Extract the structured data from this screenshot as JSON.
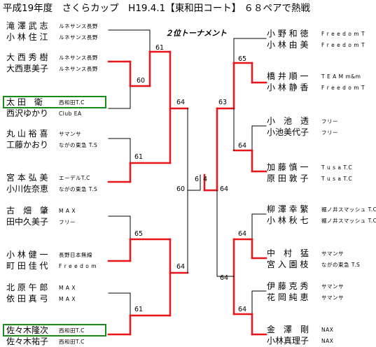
{
  "title": "平成19年度　さくらカップ　H19.4.1【東和田コート】 ６８ペアで熱戦",
  "subtitle": "２位トーナメント",
  "colors": {
    "win_line": "#e8151b",
    "lose_line": "#000000",
    "highlight_box": "#1a8a1a"
  },
  "left_entries": [
    {
      "players": [
        {
          "name": "滝 澤 武 志",
          "club": "ルネサンス長野"
        },
        {
          "name": "小 林 住 江",
          "club": "ルネサンス長野"
        }
      ],
      "highlight": false
    },
    {
      "players": [
        {
          "name": "大 西 秀 樹",
          "club": "ルネサンス長野"
        },
        {
          "name": "大西恵美子",
          "club": "ルネサンス長野"
        }
      ],
      "highlight": false
    },
    {
      "players": [
        {
          "name": "太 田　衛",
          "club": "西和田T.C"
        },
        {
          "name": "西沢ゆかり",
          "club": "Club EA"
        }
      ],
      "highlight": true
    },
    {
      "players": [
        {
          "name": "丸 山 裕 喜",
          "club": "サマンサ"
        },
        {
          "name": "工藤かおり",
          "club": "ながの東急 T.S"
        }
      ],
      "highlight": false
    },
    {
      "players": [
        {
          "name": "宮 本 弘 美",
          "club": "エーデルT.C"
        },
        {
          "name": "小川佐奈恵",
          "club": "ながの東急 T.S"
        }
      ],
      "highlight": false
    },
    {
      "players": [
        {
          "name": "古　畑　肇",
          "club": "M A X"
        },
        {
          "name": "田中久美子",
          "club": "フリー"
        }
      ],
      "highlight": false
    },
    {
      "players": [
        {
          "name": "小 林 健 一",
          "club": "長野日本無線"
        },
        {
          "name": "町 田 佳 代",
          "club": "F r e e d o m"
        }
      ],
      "highlight": false
    },
    {
      "players": [
        {
          "name": "北 原 午 郎",
          "club": "M A X"
        },
        {
          "name": "依 田 真 弓",
          "club": "M A X"
        }
      ],
      "highlight": false
    },
    {
      "players": [
        {
          "name": "佐々木隆次",
          "club": "西和田T.C"
        },
        {
          "name": "佐々木祐子",
          "club": "西和田T.C"
        }
      ],
      "highlight": true
    }
  ],
  "right_entries": [
    {
      "players": [
        {
          "name": "小 野 和 徳",
          "club": "F r e e d o m T"
        },
        {
          "name": "小 林 由 美",
          "club": "F r e e d o m T"
        }
      ]
    },
    {
      "players": [
        {
          "name": "橋 井 順 一",
          "club": "T E A M  m&m"
        },
        {
          "name": "小 林 静 香",
          "club": "F r e e d o m T"
        }
      ]
    },
    {
      "players": [
        {
          "name": "小　池　透",
          "club": "フリー"
        },
        {
          "name": "小池美代子",
          "club": "フリー"
        }
      ]
    },
    {
      "players": [
        {
          "name": "加 藤 慎 一",
          "club": "T u s a  T.C"
        },
        {
          "name": "原 田 敦 子",
          "club": "T u s a  T.C"
        }
      ]
    },
    {
      "players": [
        {
          "name": "柳 澤 幸 繁",
          "club": "裾ノ井スマッシュ T.C"
        },
        {
          "name": "小 林 秋 七",
          "club": "裾ノ井スマッシュ T.C"
        }
      ]
    },
    {
      "players": [
        {
          "name": "中　村　猛",
          "club": "サマンサ"
        },
        {
          "name": "宮 入 園 枝",
          "club": "ながの東急 T.S"
        }
      ]
    },
    {
      "players": [
        {
          "name": "伊 藤 克 秀",
          "club": "サマンサ"
        },
        {
          "name": "花 岡 純 恵",
          "club": "サマンサ"
        }
      ]
    },
    {
      "players": [
        {
          "name": "金　澤　剛",
          "club": "NAX"
        },
        {
          "name": "小林真理子",
          "club": "NAX"
        }
      ]
    }
  ],
  "scores": {
    "l_r1_top": "61",
    "l_r1_bottom": "60",
    "l_r2_top": "64",
    "l_r1_mid": "61",
    "l_r1_low": "65",
    "l_r2_low": "64",
    "l_r1_last": "61",
    "l_semi": "60",
    "center_left": "6",
    "center_right": "4",
    "r_r1_top": "65",
    "r_r2_top": "63",
    "r_r1_mid": "64",
    "r_semi": "64",
    "r_r1_low": "64",
    "r_r2_low": "64",
    "r_r1_last": "64"
  }
}
